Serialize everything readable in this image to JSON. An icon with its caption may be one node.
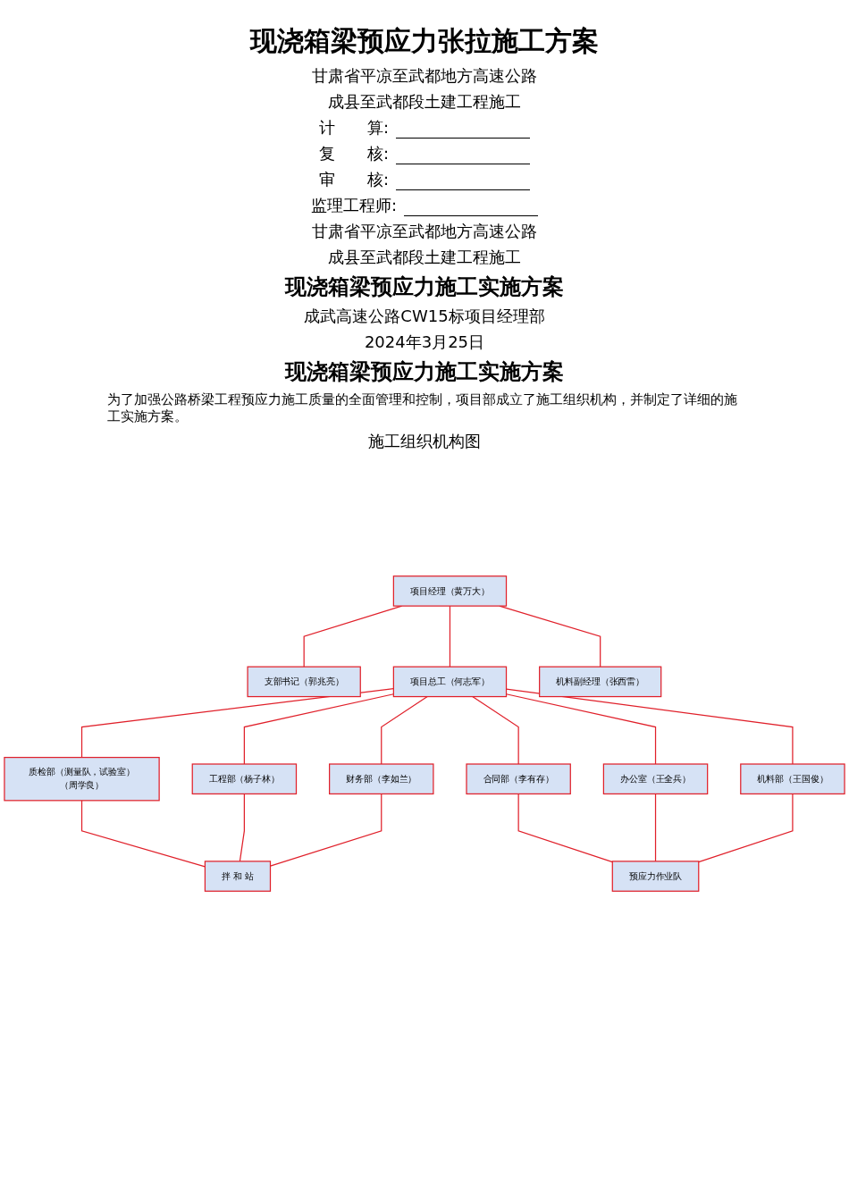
{
  "diagram": {
    "title": "现浇箱梁预应力张拉施工方案",
    "nodes": [
      {
        "text": [
          "项目经理（黄万大）"
        ]
      },
      {
        "text": [
          "支部书记（郭兆亮）"
        ]
      },
      {
        "text": [
          "项目总工（何志军）"
        ]
      },
      {
        "text": [
          "机料副经理（张西雷）"
        ]
      },
      {
        "text": [
          "质检部（测量队，试验室）（周学良）"
        ]
      },
      {
        "text": [
          "工程部（杨子林）"
        ]
      },
      {
        "text": [
          "财务部（李如兰）"
        ]
      },
      {
        "text": [
          "合同部（李有存）"
        ]
      },
      {
        "text": [
          "办公室（王全兵）"
        ]
      },
      {
        "text": [
          "机料部（王国俊）"
        ]
      },
      {
        "text": [
          "拌 和 站"
        ]
      },
      {
        "text": [
          "预应力作业队"
        ]
      }
    ],
    "edges": [
      {
        "from": 0,
        "to": 1,
        "arrow": "none"
      },
      {
        "from": 0,
        "to": 2,
        "arrow": "none"
      },
      {
        "from": 0,
        "to": 3,
        "arrow": "none"
      },
      {
        "from": 2,
        "to": 4,
        "arrow": "none"
      },
      {
        "from": 2,
        "to": 5,
        "arrow": "none"
      },
      {
        "from": 2,
        "to": 6,
        "arrow": "none"
      },
      {
        "from": 2,
        "to": 7,
        "arrow": "none"
      },
      {
        "from": 2,
        "to": 8,
        "arrow": "none"
      },
      {
        "from": 2,
        "to": 9,
        "arrow": "none"
      },
      {
        "from": 4,
        "to": 10,
        "arrow": "none"
      },
      {
        "from": 5,
        "to": 10,
        "arrow": "none"
      },
      {
        "from": 6,
        "to": 10,
        "arrow": "none"
      },
      {
        "from": 7,
        "to": 11,
        "arrow": "none"
      },
      {
        "from": 8,
        "to": 11,
        "arrow": "none"
      },
      {
        "from": 9,
        "to": 11,
        "arrow": "none"
      }
    ],
    "labels": [
      "甘肃省平凉至武都地方高速公路",
      "成县至武都段土建工程施工",
      "计　　算:",
      "复　　核:",
      "审　　核:",
      "监理工程师:",
      "甘肃省平凉至武都地方高速公路",
      "成县至武都段土建工程施工",
      "现浇箱梁预应力施工实施方案",
      "成武高速公路CW15标项目经理部",
      "2024年3月25日",
      "现浇箱梁预应力施工实施方案",
      "为了加强公路桥梁工程预应力施工质量的全面管理和控制，项目部成立了施工组织机构，并制定了详细的施工实施方案。",
      "施工组织机构图"
    ]
  }
}
